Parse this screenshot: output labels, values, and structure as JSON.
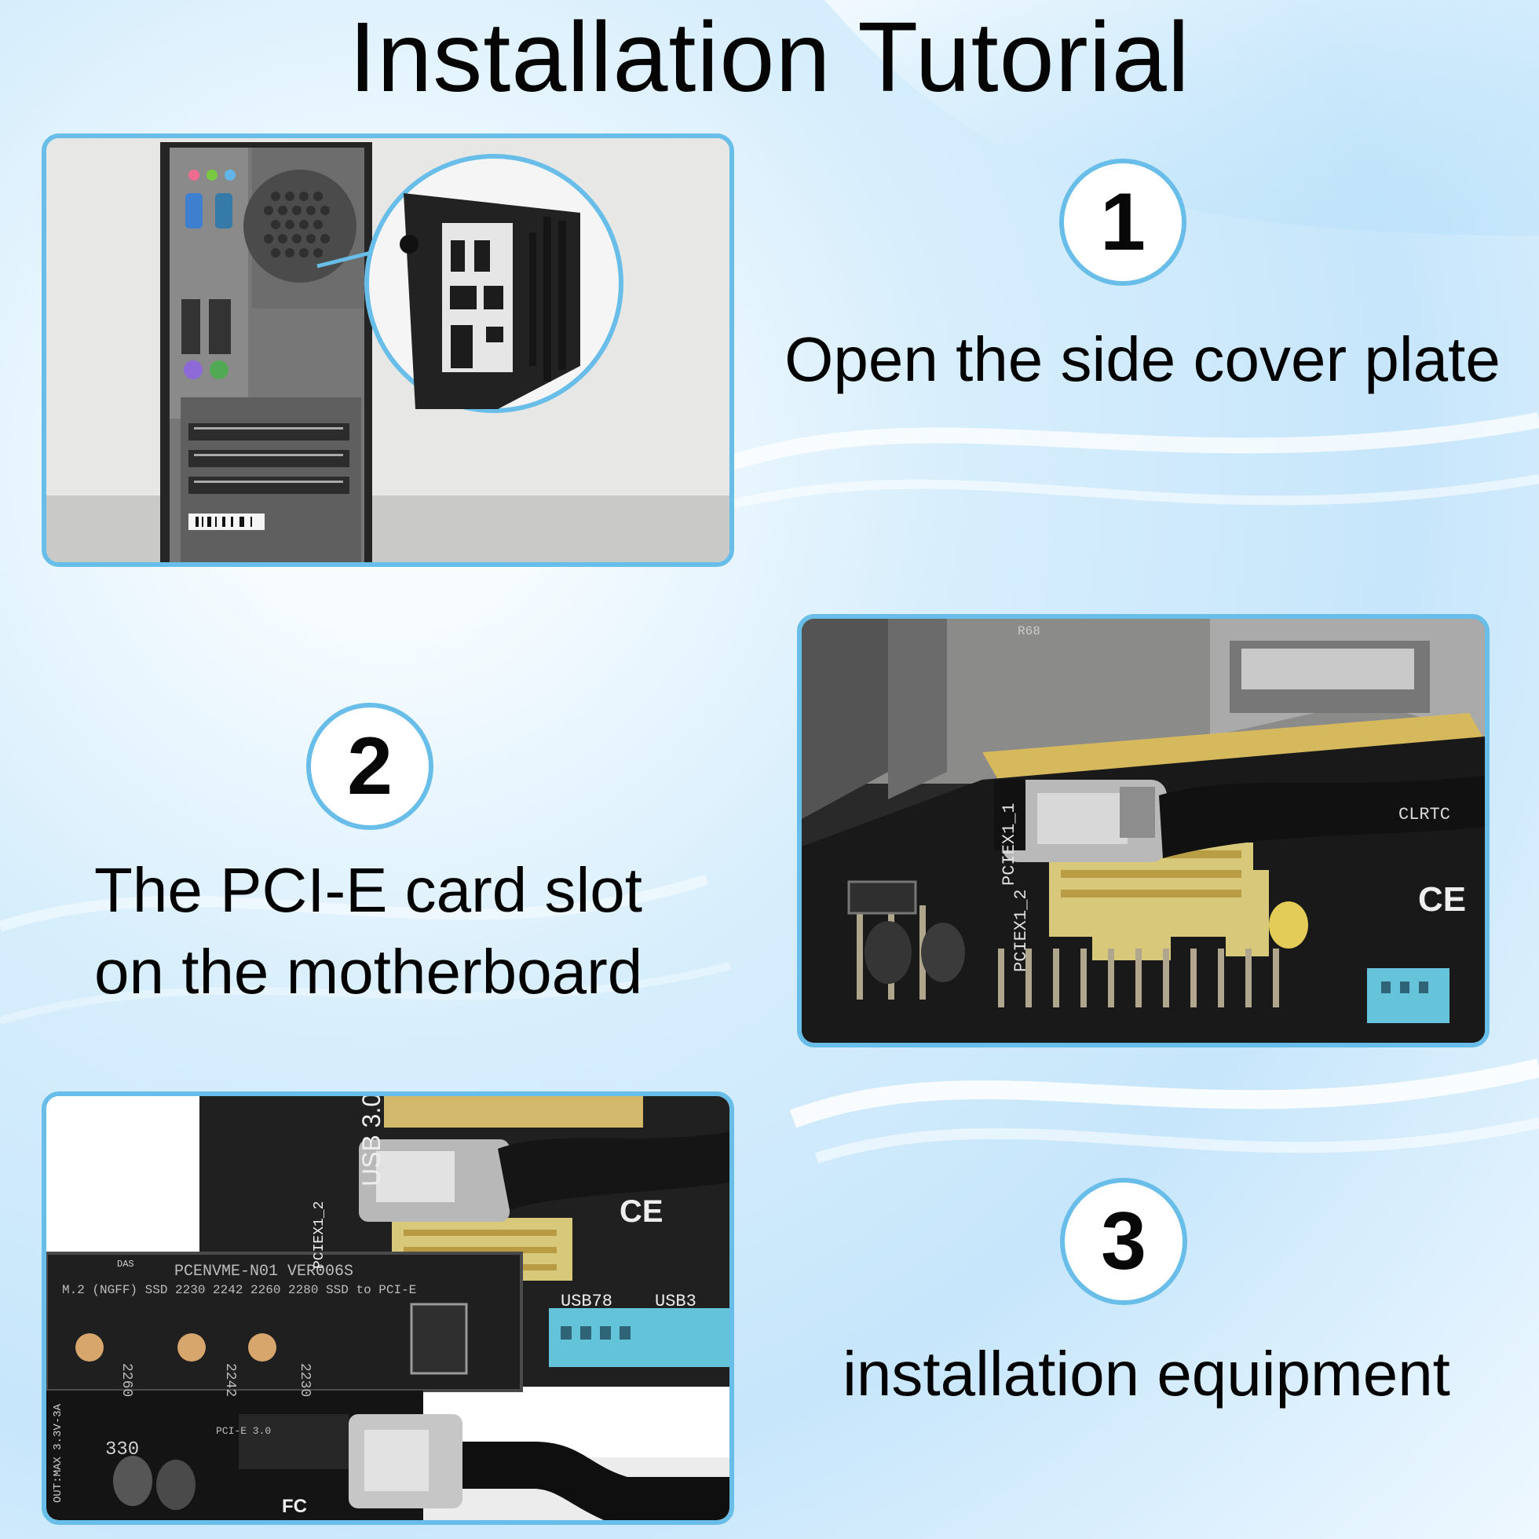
{
  "page": {
    "title": "Installation Tutorial"
  },
  "steps": [
    {
      "number": "1",
      "caption": "Open the side cover plate",
      "image_icon": "pc-case-icon"
    },
    {
      "number": "2",
      "caption_line1": "The PCI-E card slot",
      "caption_line2": "on the motherboard",
      "image_icon": "motherboard-slot-icon"
    },
    {
      "number": "3",
      "caption": "installation equipment",
      "image_icon": "adapter-card-icon"
    }
  ],
  "photo_text": {
    "m2_card_model": "PCENVME-N01 VER006S",
    "m2_card_spec": "M.2 (NGFF) SSD 2230 2242 2260 2280 SSD to PCI-E",
    "m2_sizes": [
      "2260",
      "2242",
      "2230"
    ],
    "pcie_version": "PCI-E 3.0",
    "capacitor_value": "330",
    "usb_labels": [
      "USB78",
      "USB3"
    ],
    "slot_labels": [
      "PCIEX1_1",
      "PCIEX1_2"
    ],
    "board_label": "USB 3.0",
    "ce_mark": "CE",
    "fc_mark": "FC",
    "power_spec": "OUT:MAX 3.3V-3A",
    "connector_code": "DAS",
    "small_code": "R68",
    "chip_code": "CLRTC"
  },
  "colors": {
    "accent": "#68bde9",
    "background": "#dff0fb",
    "text": "#050505",
    "pcb": "#232323",
    "slot_yellow": "#e8c76f",
    "usb_blue": "#65c4d9"
  }
}
